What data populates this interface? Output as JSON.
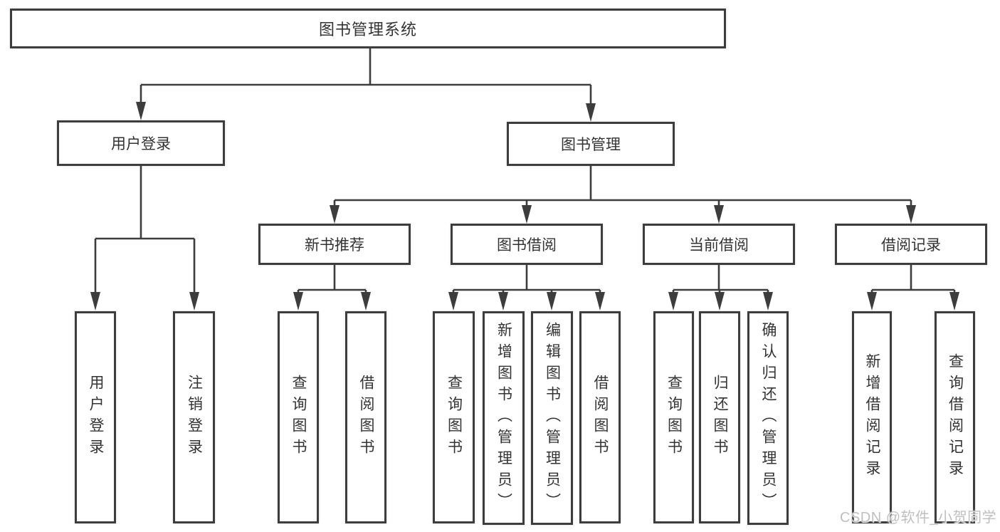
{
  "diagram": {
    "root": {
      "label": "图书管理系统"
    },
    "level2": [
      {
        "id": "user-login",
        "label": "用户登录"
      },
      {
        "id": "book-management",
        "label": "图书管理"
      }
    ],
    "level3": [
      {
        "id": "new-book-recommendation",
        "label": "新书推荐"
      },
      {
        "id": "book-borrowing",
        "label": "图书借阅"
      },
      {
        "id": "current-borrowing",
        "label": "当前借阅"
      },
      {
        "id": "borrowing-records",
        "label": "借阅记录"
      }
    ],
    "leaves": [
      {
        "id": "user-login",
        "parent": "用户登录",
        "label": "用户登录"
      },
      {
        "id": "logout",
        "parent": "用户登录",
        "label": "注销登录"
      },
      {
        "id": "query-books-1",
        "parent": "新书推荐",
        "label": "查询图书"
      },
      {
        "id": "borrow-books-1",
        "parent": "新书推荐",
        "label": "借阅图书"
      },
      {
        "id": "query-books-2",
        "parent": "图书借阅",
        "label": "查询图书"
      },
      {
        "id": "add-book-admin",
        "parent": "图书借阅",
        "label": "新增图书（管理员）"
      },
      {
        "id": "edit-book-admin",
        "parent": "图书借阅",
        "label": "编辑图书（管理员）"
      },
      {
        "id": "borrow-books-2",
        "parent": "图书借阅",
        "label": "借阅图书"
      },
      {
        "id": "query-books-3",
        "parent": "当前借阅",
        "label": "查询图书"
      },
      {
        "id": "return-books",
        "parent": "当前借阅",
        "label": "归还图书"
      },
      {
        "id": "confirm-return-admin",
        "parent": "当前借阅",
        "label": "确认归还（管理员）"
      },
      {
        "id": "add-borrow-record",
        "parent": "借阅记录",
        "label": "新增借阅记录"
      },
      {
        "id": "query-borrow-record",
        "parent": "借阅记录",
        "label": "查询借阅记录"
      }
    ]
  },
  "watermark": {
    "text": "CSDN @软件_小贺同学"
  },
  "colors": {
    "line": "#3d3d3d",
    "text": "#333333",
    "box-bg": "#ffffff",
    "watermark": "#bfbfbf",
    "page-bg": "#ffffff"
  }
}
